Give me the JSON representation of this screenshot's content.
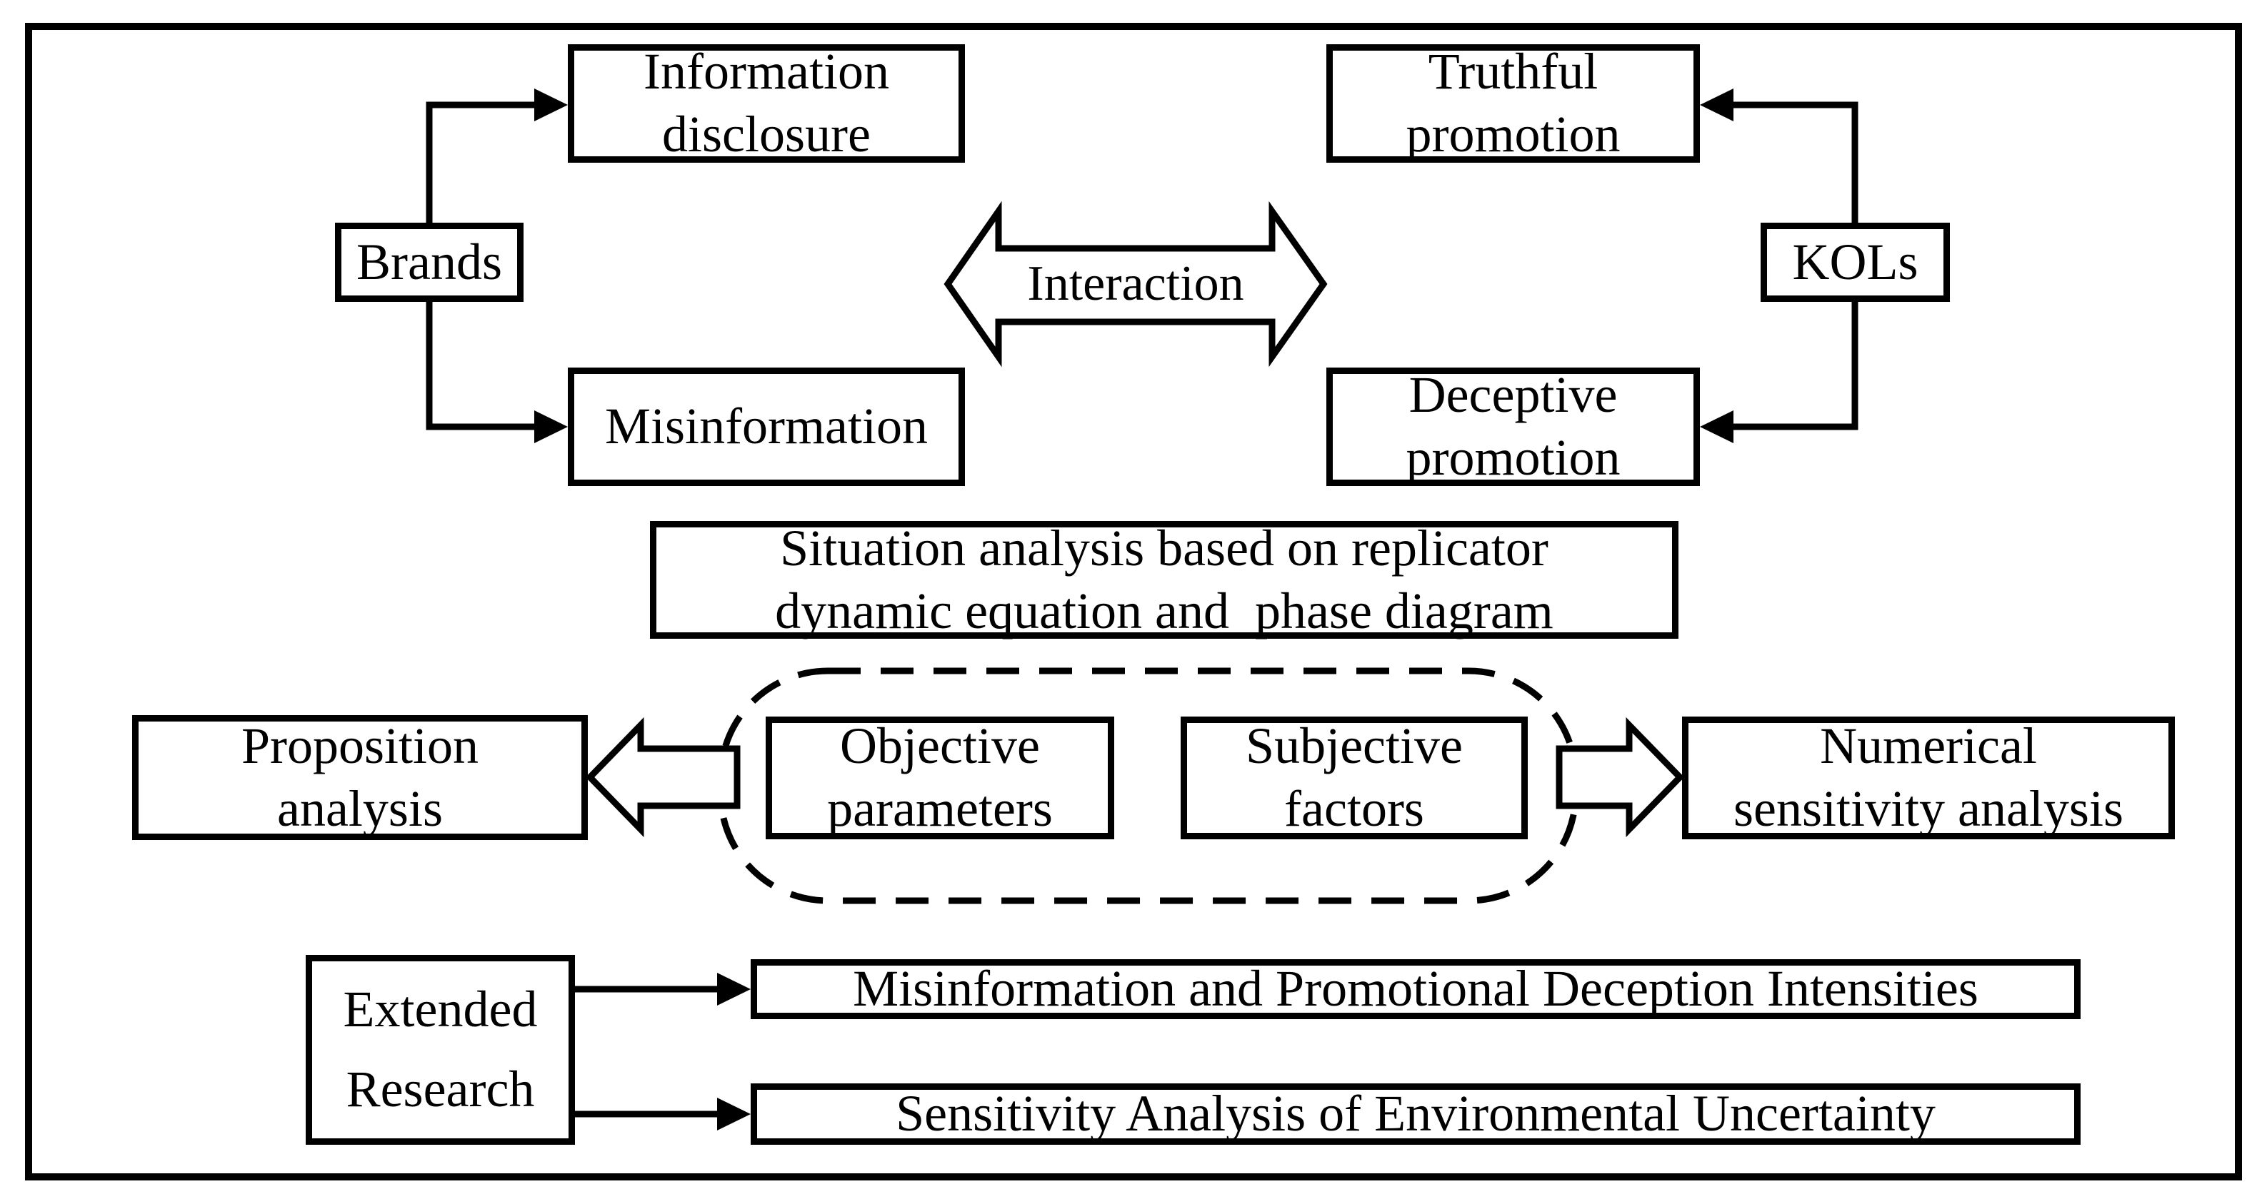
{
  "figure": {
    "type": "flowchart",
    "background_color": "#ffffff",
    "stroke_color": "#000000",
    "box_fill_color": "#ffffff"
  },
  "labels": {
    "information_disclosure": [
      "Information",
      "disclosure"
    ],
    "truthful_promotion": [
      "Truthful",
      "promotion"
    ],
    "brands": [
      "Brands"
    ],
    "kols": [
      "KOLs"
    ],
    "interaction": [
      "Interaction"
    ],
    "misinformation": [
      "Misinformation"
    ],
    "deceptive_promotion": [
      "Deceptive",
      "promotion"
    ],
    "situation_analysis": [
      "Situation analysis based on replicator",
      "dynamic equation and  phase diagram"
    ],
    "objective_parameters": [
      "Objective",
      "parameters"
    ],
    "subjective_factors": [
      "Subjective",
      "factors"
    ],
    "proposition_analysis": [
      "Proposition",
      "analysis"
    ],
    "numerical_sensitivity": [
      "Numerical",
      "sensitivity analysis"
    ],
    "extended_research": [
      "Extended",
      "Research"
    ],
    "misinformation_intensities": [
      "Misinformation and Promotional Deception Intensities"
    ],
    "sensitivity_environmental": [
      "Sensitivity Analysis of Environmental Uncertainty"
    ]
  }
}
